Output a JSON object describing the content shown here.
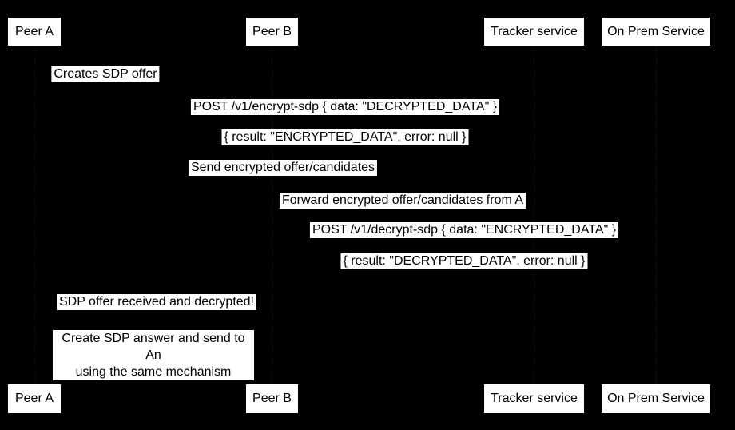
{
  "colors": {
    "background": "#000000",
    "box_fill": "#ffffff",
    "box_text": "#000000"
  },
  "participants": [
    {
      "name": "Peer A"
    },
    {
      "name": "Peer B"
    },
    {
      "name": "Tracker service"
    },
    {
      "name": "On Prem Service"
    }
  ],
  "messages": [
    {
      "text": "Creates SDP offer"
    },
    {
      "text": "POST /v1/encrypt-sdp { data: \"DECRYPTED_DATA\" }"
    },
    {
      "text": "{ result: \"ENCRYPTED_DATA\", error: null }"
    },
    {
      "text": "Send encrypted offer/candidates"
    },
    {
      "text": "Forward encrypted offer/candidates from A"
    },
    {
      "text": "POST /v1/decrypt-sdp { data: \"ENCRYPTED_DATA\" }"
    },
    {
      "text": "{ result: \"DECRYPTED_DATA\", error: null }"
    },
    {
      "text": "SDP offer received and decrypted!"
    }
  ],
  "note": {
    "text": "Create SDP answer and send to An\nusing the same mechanism"
  }
}
